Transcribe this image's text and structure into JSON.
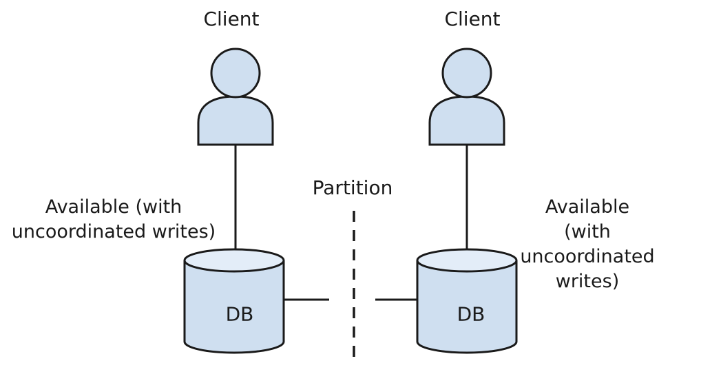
{
  "diagram": {
    "left_client": {
      "label": "Client",
      "status": "Available (with\nuncoordinated writes)",
      "db_label": "DB"
    },
    "right_client": {
      "label": "Client",
      "status": "Available (with\nuncoordinated writes)",
      "db_label": "DB"
    },
    "partition_label": "Partition",
    "colors": {
      "fill": "#cfdff0",
      "fill_top": "#e3edf8",
      "stroke": "#1a1a1a"
    }
  }
}
